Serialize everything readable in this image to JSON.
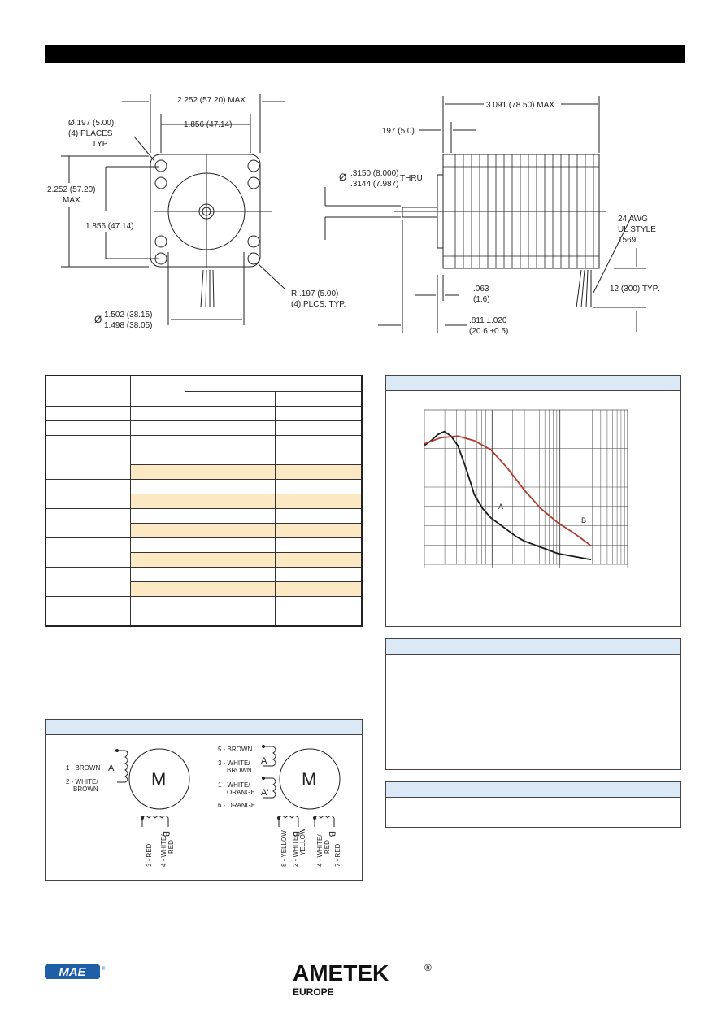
{
  "drawing": {
    "front": {
      "width_max": "2.252 (57.20) MAX.",
      "bolt_spacing_top": "1.856 (47.14)",
      "hole_dia": "Ø.197 (5.00)",
      "hole_places": "(4) PLACES",
      "hole_typ": "TYP.",
      "height_max_1": "2.252 (57.20)",
      "height_max_2": "MAX.",
      "bolt_spacing_left": "1.856 (47.14)",
      "radius_1": "R .197 (5.00)",
      "radius_2": "(4) PLCS. TYP.",
      "pilot_symbol": "Ø",
      "pilot_1": "1.502 (38.15)",
      "pilot_2": "1.498 (38.05)"
    },
    "side": {
      "length_max": "3.091 (78.50) MAX.",
      "flange": ".197 (5.0)",
      "shaft_symbol": "Ø",
      "shaft_1": ".3150 (8.000)",
      "shaft_2": ".3144 (7.987)",
      "shaft_thru": "THRU",
      "awg_1": "24 AWG",
      "awg_2": "UL STYLE",
      "awg_3": "1569",
      "boss_1": ".063",
      "boss_2": "(1.6)",
      "lead_len": "12 (300) TYP.",
      "shaft_len_1": ".811 ±.020",
      "shaft_len_2": "(20.6 ±0.5)"
    }
  },
  "chart_data": {
    "type": "line",
    "series": [
      {
        "name": "A",
        "x": [
          0,
          4,
          8,
          12,
          16,
          20,
          25,
          30,
          35,
          40,
          45,
          50,
          55,
          60,
          65,
          70,
          75,
          80,
          85,
          90,
          95,
          100
        ],
        "values": [
          0.77,
          0.8,
          0.84,
          0.86,
          0.83,
          0.77,
          0.62,
          0.45,
          0.36,
          0.3,
          0.26,
          0.22,
          0.18,
          0.15,
          0.13,
          0.11,
          0.09,
          0.07,
          0.06,
          0.05,
          0.04,
          0.03
        ]
      },
      {
        "name": "B",
        "x": [
          0,
          10,
          20,
          30,
          40,
          50,
          60,
          70,
          80,
          90,
          100
        ],
        "values": [
          0.78,
          0.82,
          0.83,
          0.8,
          0.74,
          0.62,
          0.48,
          0.36,
          0.27,
          0.2,
          0.12
        ]
      }
    ],
    "xlim": [
      0,
      100
    ],
    "ylim": [
      0,
      1
    ],
    "grid": true,
    "log_x": true,
    "colors": {
      "A": "#1a1a1a",
      "B": "#b03a2e"
    }
  },
  "wiring": {
    "bipolar": {
      "motor": "M",
      "phase_a": "A",
      "phase_b": "B",
      "lead1": "1 - BROWN",
      "lead2a": "2 - WHITE/",
      "lead2b": "BROWN",
      "lead3": "3 - RED",
      "lead4a": "4 - WHITE/",
      "lead4b": "RED"
    },
    "unipolar": {
      "motor": "M",
      "phase_a": "A",
      "phase_a2": "A'",
      "phase_b": "B",
      "phase_b2": "B'",
      "lead5": "5 - BROWN",
      "lead3a": "3 - WHITE/",
      "lead3b": "BROWN",
      "lead1a": "1 - WHITE/",
      "lead1b": "ORANGE",
      "lead6": "6 - ORANGE",
      "lead8": "8 - YELLOW",
      "lead2a": "2 - WHITE/",
      "lead2b": "YELLOW",
      "lead4a": "4 - WHITE/",
      "lead4b": "RED",
      "lead7": "7 - RED"
    }
  },
  "footer": {
    "brand_mae": "MAE",
    "brand_ametek": "AMETEK",
    "registered": "®",
    "region": "EUROPE"
  },
  "colors": {
    "header_fill": "#dbe8f5",
    "highlight_row": "#fde8c4",
    "curve_b": "#b03a2e"
  }
}
